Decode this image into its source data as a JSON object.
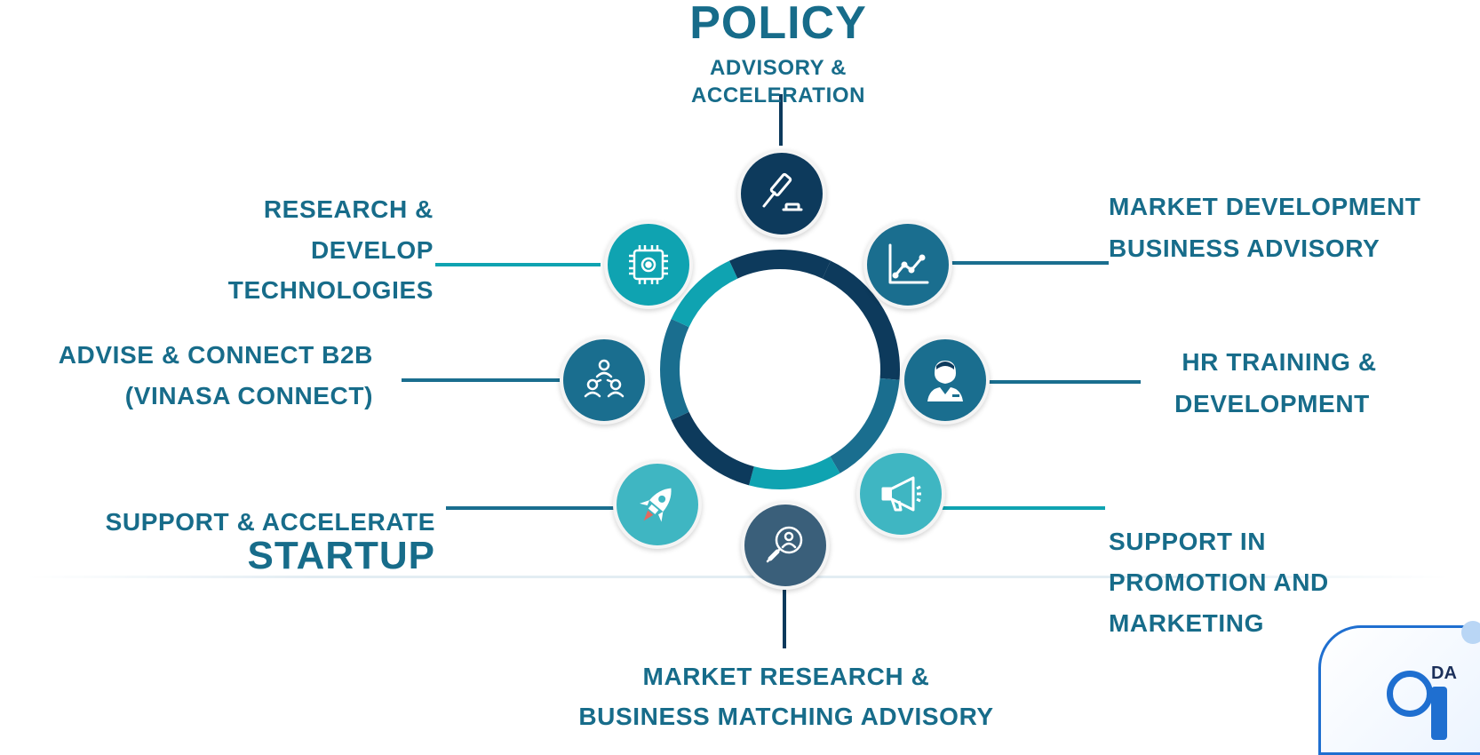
{
  "colors": {
    "label": "#176c8a",
    "dark_navy": "#0d3a5c",
    "teal": "#0fa3b1",
    "mid_blue": "#1a6e8f",
    "light_teal": "#3fb6c2",
    "slate": "#3a5f7a"
  },
  "policy": {
    "title": "POLICY",
    "line1": "ADVISORY &",
    "line2": "ACCELERATION",
    "icon": "gavel-icon"
  },
  "research": {
    "line1": "RESEARCH &",
    "line2": "DEVELOP",
    "line3": "TECHNOLOGIES",
    "icon": "chip-gear-icon"
  },
  "market_dev": {
    "line1": "MARKET DEVELOPMENT",
    "line2": "BUSINESS ADVISORY",
    "icon": "line-chart-icon"
  },
  "b2b": {
    "line1": "ADVISE & CONNECT B2B",
    "line2": "(VINASA CONNECT)",
    "icon": "network-people-icon"
  },
  "hr": {
    "line1": "HR TRAINING &",
    "line2": "DEVELOPMENT",
    "icon": "person-icon"
  },
  "startup": {
    "line1": "SUPPORT & ACCELERATE",
    "line2": "STARTUP",
    "icon": "rocket-icon"
  },
  "promotion": {
    "line1": "SUPPORT IN",
    "line2": "PROMOTION AND",
    "line3": "MARKETING",
    "icon": "megaphone-icon"
  },
  "market_research": {
    "line1": "MARKET RESEARCH &",
    "line2": "BUSINESS MATCHING ADVISORY",
    "icon": "search-person-icon"
  },
  "logo": {
    "text_partial": "DA"
  }
}
